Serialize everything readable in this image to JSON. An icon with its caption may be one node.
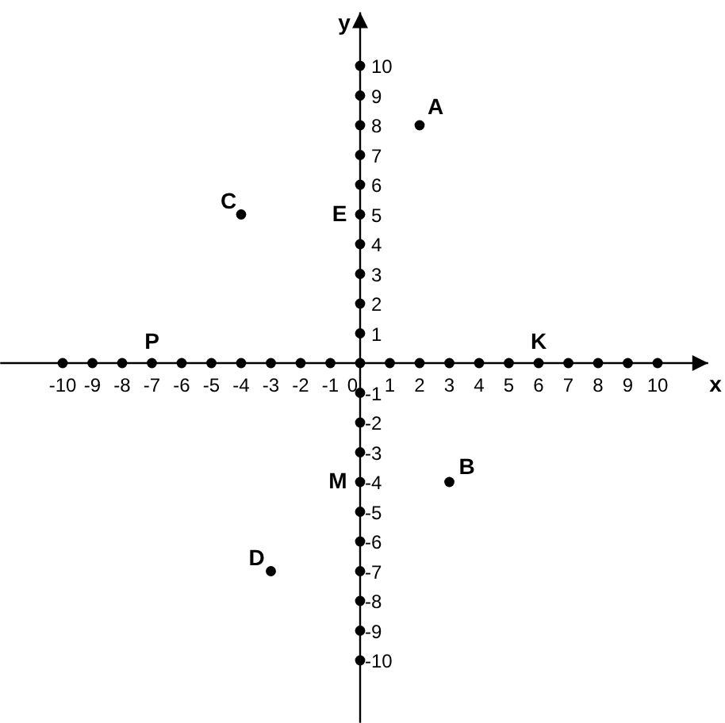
{
  "diagram": {
    "chart_data": {
      "type": "scatter",
      "xlabel": "x",
      "ylabel": "y",
      "xlim": [
        -12.1,
        11.7
      ],
      "ylim": [
        -12.1,
        11.8
      ],
      "xticks": [
        -10,
        -9,
        -8,
        -7,
        -6,
        -5,
        -4,
        -3,
        -2,
        -1,
        0,
        1,
        2,
        3,
        4,
        5,
        6,
        7,
        8,
        9,
        10
      ],
      "yticks": [
        -10,
        -9,
        -8,
        -7,
        -6,
        -5,
        -4,
        -3,
        -2,
        -1,
        1,
        2,
        3,
        4,
        5,
        6,
        7,
        8,
        9,
        10
      ],
      "series": [
        {
          "x": [
            2,
            -4,
            3,
            -3
          ],
          "values": [
            8,
            5,
            -4,
            -7
          ]
        },
        {
          "x": [
            -10,
            -9,
            -8,
            -7,
            -6,
            -5,
            -4,
            -3,
            -2,
            -1,
            0,
            1,
            2,
            3,
            4,
            5,
            6,
            7,
            8,
            9,
            10
          ],
          "values": [
            0,
            0,
            0,
            0,
            0,
            0,
            0,
            0,
            0,
            0,
            0,
            0,
            0,
            0,
            0,
            0,
            0,
            0,
            0,
            0,
            0
          ]
        },
        {
          "x": [
            0,
            0,
            0,
            0,
            0,
            0,
            0,
            0,
            0,
            0,
            0,
            0,
            0,
            0,
            0,
            0,
            0,
            0,
            0,
            0
          ],
          "values": [
            -10,
            -9,
            -8,
            -7,
            -6,
            -5,
            -4,
            -3,
            -2,
            -1,
            1,
            2,
            3,
            4,
            5,
            6,
            7,
            8,
            9,
            10
          ]
        }
      ],
      "annotations": [
        {
          "text": "A",
          "x": 2,
          "y": 8
        },
        {
          "text": "C",
          "x": -4,
          "y": 5
        },
        {
          "text": "E",
          "x": 0,
          "y": 5
        },
        {
          "text": "P",
          "x": -7,
          "y": 0
        },
        {
          "text": "K",
          "x": 6,
          "y": 0
        },
        {
          "text": "B",
          "x": 3,
          "y": -4
        },
        {
          "text": "M",
          "x": 0,
          "y": -4
        },
        {
          "text": "D",
          "x": -3,
          "y": -7
        }
      ]
    }
  }
}
